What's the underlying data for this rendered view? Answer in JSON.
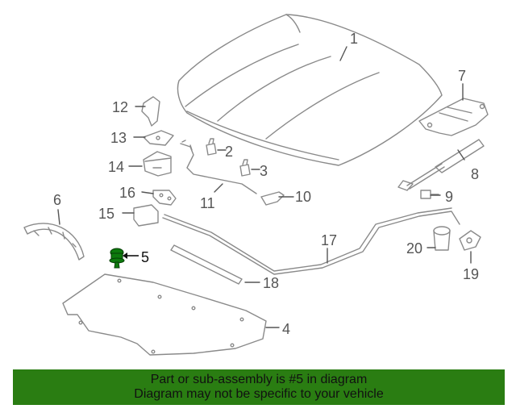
{
  "diagram": {
    "highlight_part": "5",
    "highlight_color": "#0d7a0d",
    "part_labels": {
      "p1": "1",
      "p2": "2",
      "p3": "3",
      "p4": "4",
      "p5": "5",
      "p6": "6",
      "p7": "7",
      "p8": "8",
      "p9": "9",
      "p10": "10",
      "p11": "11",
      "p12": "12",
      "p13": "13",
      "p14": "14",
      "p15": "15",
      "p16": "16",
      "p17": "17",
      "p18": "18",
      "p19": "19",
      "p20": "20"
    }
  },
  "banner": {
    "line1": "Part or sub-assembly is #5 in diagram",
    "line2": "Diagram may not be specific to your vehicle",
    "background": "#2a7d12"
  }
}
